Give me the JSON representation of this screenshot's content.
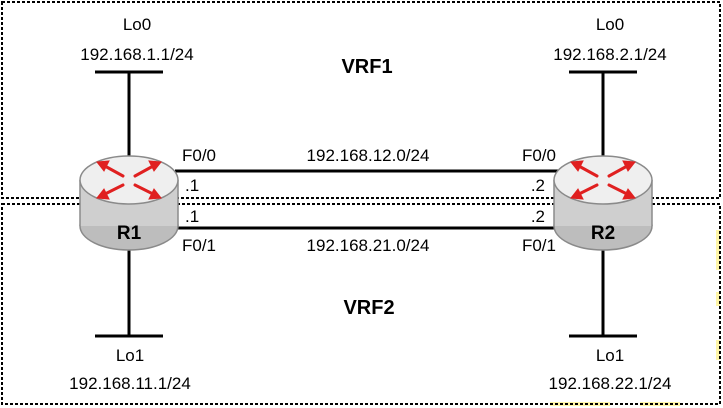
{
  "vrf_zones": {
    "vrf1": {
      "label": "VRF1"
    },
    "vrf2": {
      "label": "VRF2"
    }
  },
  "routers": {
    "r1": {
      "name": "R1",
      "lo0": {
        "name": "Lo0",
        "address": "192.168.1.1/24"
      },
      "lo1": {
        "name": "Lo1",
        "address": "192.168.11.1/24"
      },
      "f00": {
        "name": "F0/0",
        "host": ".1"
      },
      "f01": {
        "name": "F0/1",
        "host": ".1"
      }
    },
    "r2": {
      "name": "R2",
      "lo0": {
        "name": "Lo0",
        "address": "192.168.2.1/24"
      },
      "lo1": {
        "name": "Lo1",
        "address": "192.168.22.1/24"
      },
      "f00": {
        "name": "F0/0",
        "host": ".2"
      },
      "f01": {
        "name": "F0/1",
        "host": ".2"
      }
    }
  },
  "links": {
    "top": {
      "subnet": "192.168.12.0/24"
    },
    "bottom": {
      "subnet": "192.168.21.0/24"
    }
  },
  "colors": {
    "router_body": "#c9c9c9",
    "router_top": "#ececec",
    "arrow": "#e02020",
    "line": "#000000",
    "highlight": "#ffee55"
  },
  "icons": {
    "router": "router-icon"
  }
}
